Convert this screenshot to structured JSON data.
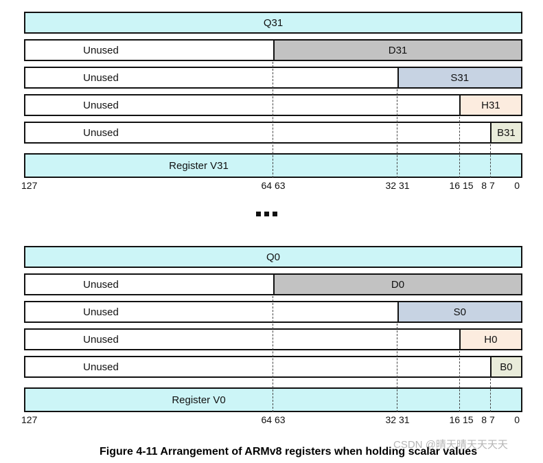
{
  "colors": {
    "cyan": "#CCF5F7",
    "gray": "#C2C2C2",
    "blue": "#C7D3E3",
    "peach": "#FCECDF",
    "olive": "#E9ECDA",
    "line": "#111111",
    "dash": "#444444",
    "watermark": "#B5B5B5",
    "text": "#111111"
  },
  "bit_labels": [
    "127",
    "64 63",
    "32 31",
    "16 15",
    "8 7",
    "0"
  ],
  "separator": {
    "ellipsis": "..."
  },
  "groups": [
    {
      "q_label": "Q31",
      "d_label": "D31",
      "s_label": "S31",
      "h_label": "H31",
      "b_label": "B31",
      "v_label": "Register V31",
      "unused_label": "Unused"
    },
    {
      "q_label": "Q0",
      "d_label": "D0",
      "s_label": "S0",
      "h_label": "H0",
      "b_label": "B0",
      "v_label": "Register V0",
      "unused_label": "Unused"
    }
  ],
  "caption": "Figure 4-11 Arrangement of ARMv8 registers when holding scalar values",
  "watermark": "CSDN @晴天晴天天天天"
}
